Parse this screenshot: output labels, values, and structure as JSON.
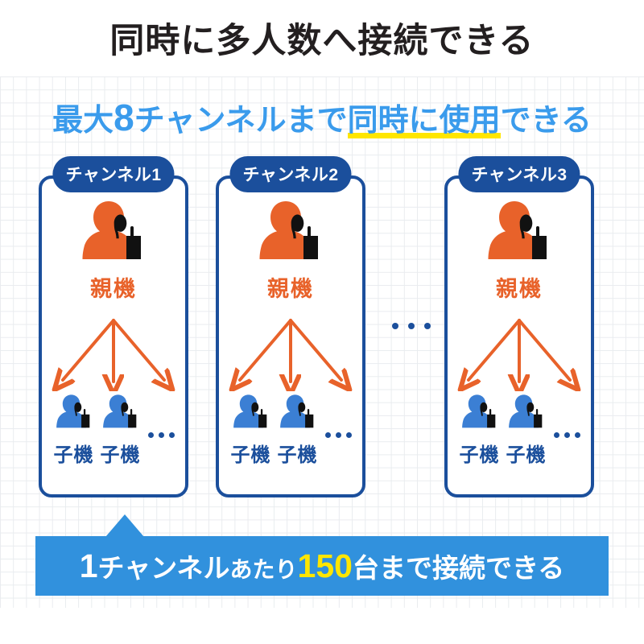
{
  "headline": "同時に多人数へ接続できる",
  "subtitle": {
    "prefix": "最大",
    "count": "8",
    "middle": "チャンネルまで",
    "highlight": "同時に使用",
    "suffix": "できる"
  },
  "channels": [
    {
      "badge": "チャンネル1",
      "parent": {
        "label": "親機",
        "icon": "person-headset-radio-icon",
        "color": "#e8622a"
      },
      "children": [
        {
          "label": "子機",
          "icon": "person-headset-radio-icon",
          "color": "#3b7fd4"
        },
        {
          "label": "子機",
          "icon": "person-headset-radio-icon",
          "color": "#3b7fd4"
        }
      ],
      "more_indicator": "•••",
      "arrow_count": 3
    },
    {
      "badge": "チャンネル2",
      "parent": {
        "label": "親機",
        "icon": "person-headset-radio-icon",
        "color": "#e8622a"
      },
      "children": [
        {
          "label": "子機",
          "icon": "person-headset-radio-icon",
          "color": "#3b7fd4"
        },
        {
          "label": "子機",
          "icon": "person-headset-radio-icon",
          "color": "#3b7fd4"
        }
      ],
      "more_indicator": "•••",
      "arrow_count": 3
    },
    {
      "badge": "チャンネル3",
      "parent": {
        "label": "親機",
        "icon": "person-headset-radio-icon",
        "color": "#e8622a"
      },
      "children": [
        {
          "label": "子機",
          "icon": "person-headset-radio-icon",
          "color": "#3b7fd4"
        },
        {
          "label": "子機",
          "icon": "person-headset-radio-icon",
          "color": "#3b7fd4"
        }
      ],
      "more_indicator": "•••",
      "arrow_count": 3
    }
  ],
  "channels_ellipsis": "•••",
  "banner": {
    "lead": "1",
    "middle": "チャンネル",
    "small": "あたり",
    "number": "150",
    "unit": "台",
    "suffix": "まで接続できる"
  },
  "colors": {
    "headline": "#231f20",
    "subtitle_blue": "#3a9bec",
    "highlight_yellow": "#ffe600",
    "card_border": "#1b4f9c",
    "badge_bg": "#1b4f9c",
    "parent_orange": "#e8622a",
    "child_blue": "#3b7fd4",
    "banner_blue": "#3191dd",
    "grid_line": "#e9ecef"
  }
}
